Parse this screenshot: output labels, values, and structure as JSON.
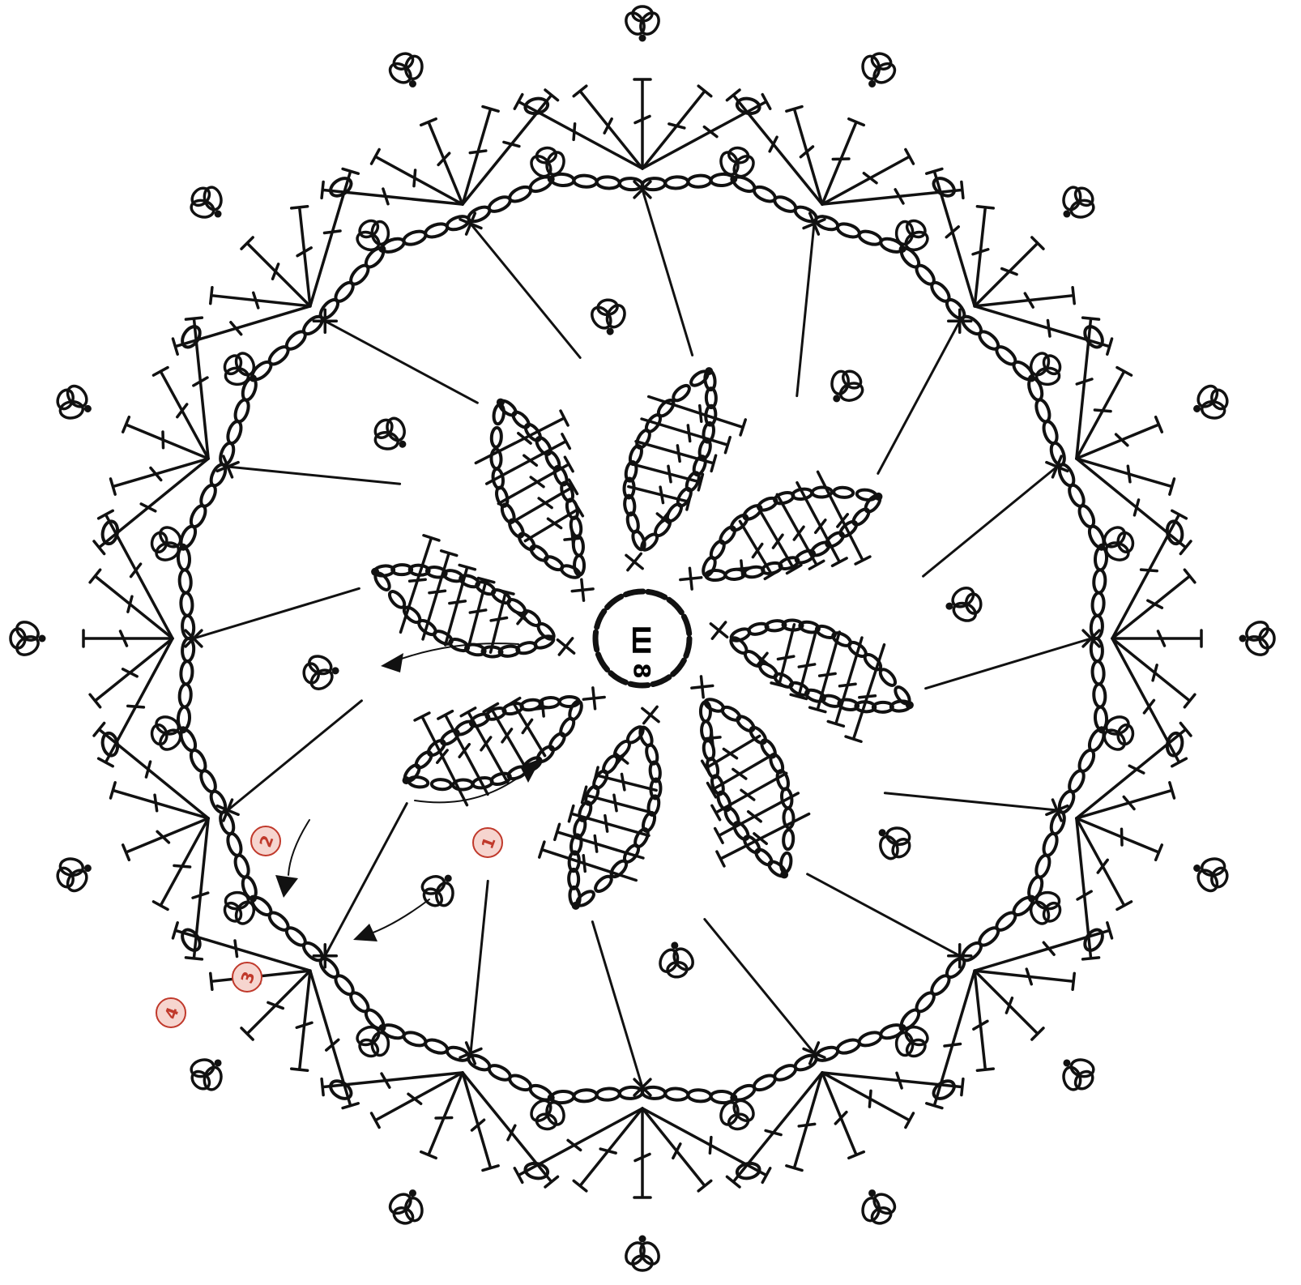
{
  "diagram": {
    "center_ring": {
      "symbol_text": "Ш",
      "count_text": "8"
    },
    "round_labels": [
      {
        "text": "1"
      },
      {
        "text": "2"
      },
      {
        "text": "3"
      },
      {
        "text": "4"
      }
    ],
    "petal_count": 8,
    "outer_fan_count": 16,
    "colors": {
      "ink": "#111111",
      "background": "#ffffff",
      "round_label": "#c0392b",
      "round_label_fill": "#f6d5cf"
    },
    "icons": [
      "stitch-cross-icon",
      "chain-oval-icon",
      "double-crochet-icon",
      "picot-icon",
      "slip-stitch-dot-icon",
      "direction-arrow-icon"
    ]
  }
}
